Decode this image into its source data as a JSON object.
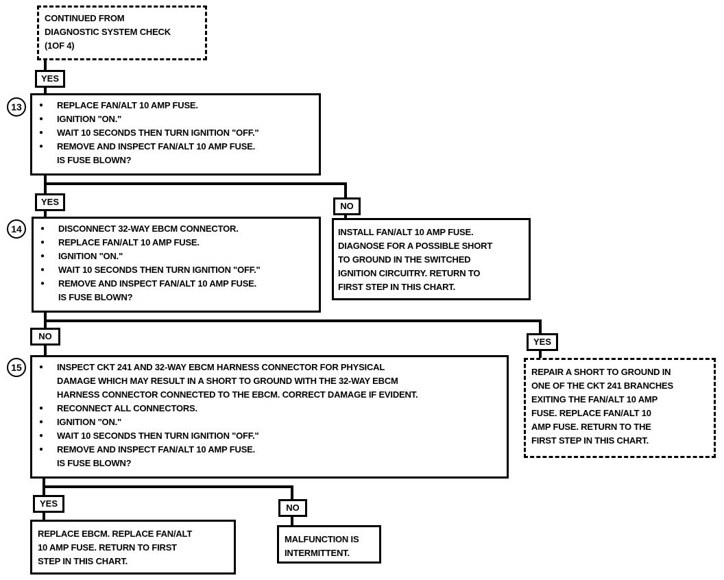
{
  "start_box": {
    "lines": [
      "CONTINUED FROM",
      "DIAGNOSTIC SYSTEM CHECK",
      "(1OF 4)"
    ]
  },
  "labels": {
    "yes": "YES",
    "no": "NO"
  },
  "step13": {
    "number": "13",
    "items": [
      "REPLACE FAN/ALT 10 AMP FUSE.",
      "IGNITION \"ON.\"",
      "WAIT 10 SECONDS THEN TURN IGNITION \"OFF.\"",
      "REMOVE AND INSPECT FAN/ALT 10 AMP FUSE."
    ],
    "question": "IS FUSE BLOWN?"
  },
  "step14": {
    "number": "14",
    "items": [
      "DISCONNECT 32-WAY EBCM CONNECTOR.",
      "REPLACE FAN/ALT 10 AMP FUSE.",
      "IGNITION \"ON.\"",
      "WAIT 10 SECONDS THEN TURN IGNITION \"OFF.\"",
      "REMOVE AND INSPECT FAN/ALT 10 AMP FUSE."
    ],
    "question": "IS FUSE BLOWN?"
  },
  "no_branch_13": {
    "lines": [
      "INSTALL FAN/ALT 10 AMP FUSE.",
      "DIAGNOSE FOR A POSSIBLE SHORT",
      "TO GROUND IN THE SWITCHED",
      "IGNITION CIRCUITRY.  RETURN TO",
      "FIRST STEP IN THIS CHART."
    ]
  },
  "step15": {
    "number": "15",
    "items": [
      "INSPECT CKT 241 AND 32-WAY EBCM HARNESS CONNECTOR FOR PHYSICAL",
      "RECONNECT ALL CONNECTORS.",
      "IGNITION \"ON.\"",
      "WAIT 10 SECONDS THEN TURN IGNITION \"OFF.\"",
      "REMOVE AND INSPECT FAN/ALT 10 AMP FUSE."
    ],
    "item0_continuation": [
      "DAMAGE WHICH MAY RESULT IN A SHORT TO GROUND WITH THE 32-WAY EBCM",
      "HARNESS CONNECTOR CONNECTED TO THE EBCM.  CORRECT DAMAGE IF EVIDENT."
    ],
    "question": "IS FUSE BLOWN?"
  },
  "yes_branch_14": {
    "lines": [
      "REPAIR A SHORT TO GROUND IN",
      "ONE OF THE CKT 241 BRANCHES",
      "EXITING THE FAN/ALT 10 AMP",
      "FUSE.  REPLACE FAN/ALT 10",
      "AMP FUSE.  RETURN TO THE",
      "FIRST STEP IN THIS CHART."
    ]
  },
  "yes_branch_15": {
    "lines": [
      "REPLACE EBCM.  REPLACE FAN/ALT",
      "10 AMP FUSE.  RETURN TO FIRST",
      "STEP IN THIS CHART."
    ]
  },
  "no_branch_15": {
    "lines": [
      "MALFUNCTION IS",
      "INTERMITTENT."
    ]
  }
}
